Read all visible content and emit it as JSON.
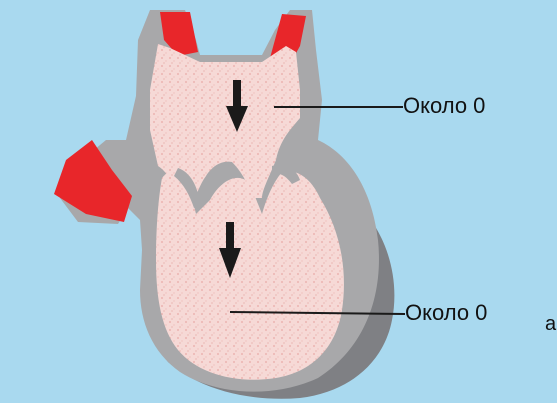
{
  "labels": {
    "atrium_pressure": "Около 0",
    "ventricle_pressure": "Около 0",
    "cut_edge_letter": "а"
  },
  "colors": {
    "background": "#a9d9ef",
    "wall": "#a8a8aa",
    "wall_shadow": "#7f8084",
    "chamber": "#f6d9d6",
    "vessel": "#e8262a",
    "arrow": "#1a1a1a"
  },
  "icons": {
    "flow_arrow": "down-arrow-icon"
  }
}
